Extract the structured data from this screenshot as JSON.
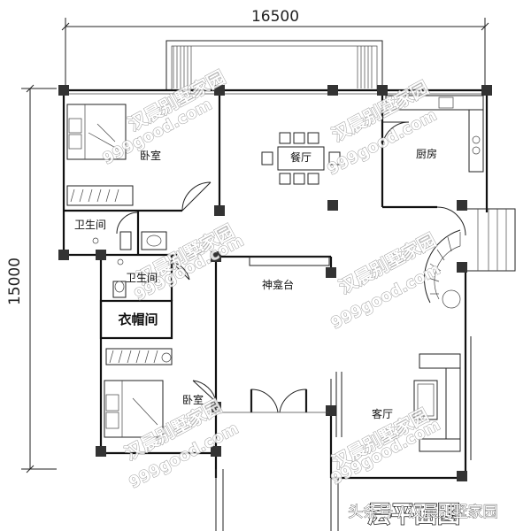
{
  "dimensions": {
    "width": "16500",
    "depth": "15000"
  },
  "rooms": {
    "bedroom_top": "卧室",
    "dining": "餐厅",
    "kitchen": "厨房",
    "bathroom_left": "卫生间",
    "bathroom_inner": "卫生间",
    "shrine": "神龛台",
    "closet": "衣帽间",
    "bedroom_bottom": "卧室",
    "living": "客厅"
  },
  "watermarks": {
    "brand": "汉晨别墅家园",
    "url": "999good.com"
  },
  "drawing_title": "层平面图",
  "source_caption": "头条号 / 汉晨别墅家园"
}
